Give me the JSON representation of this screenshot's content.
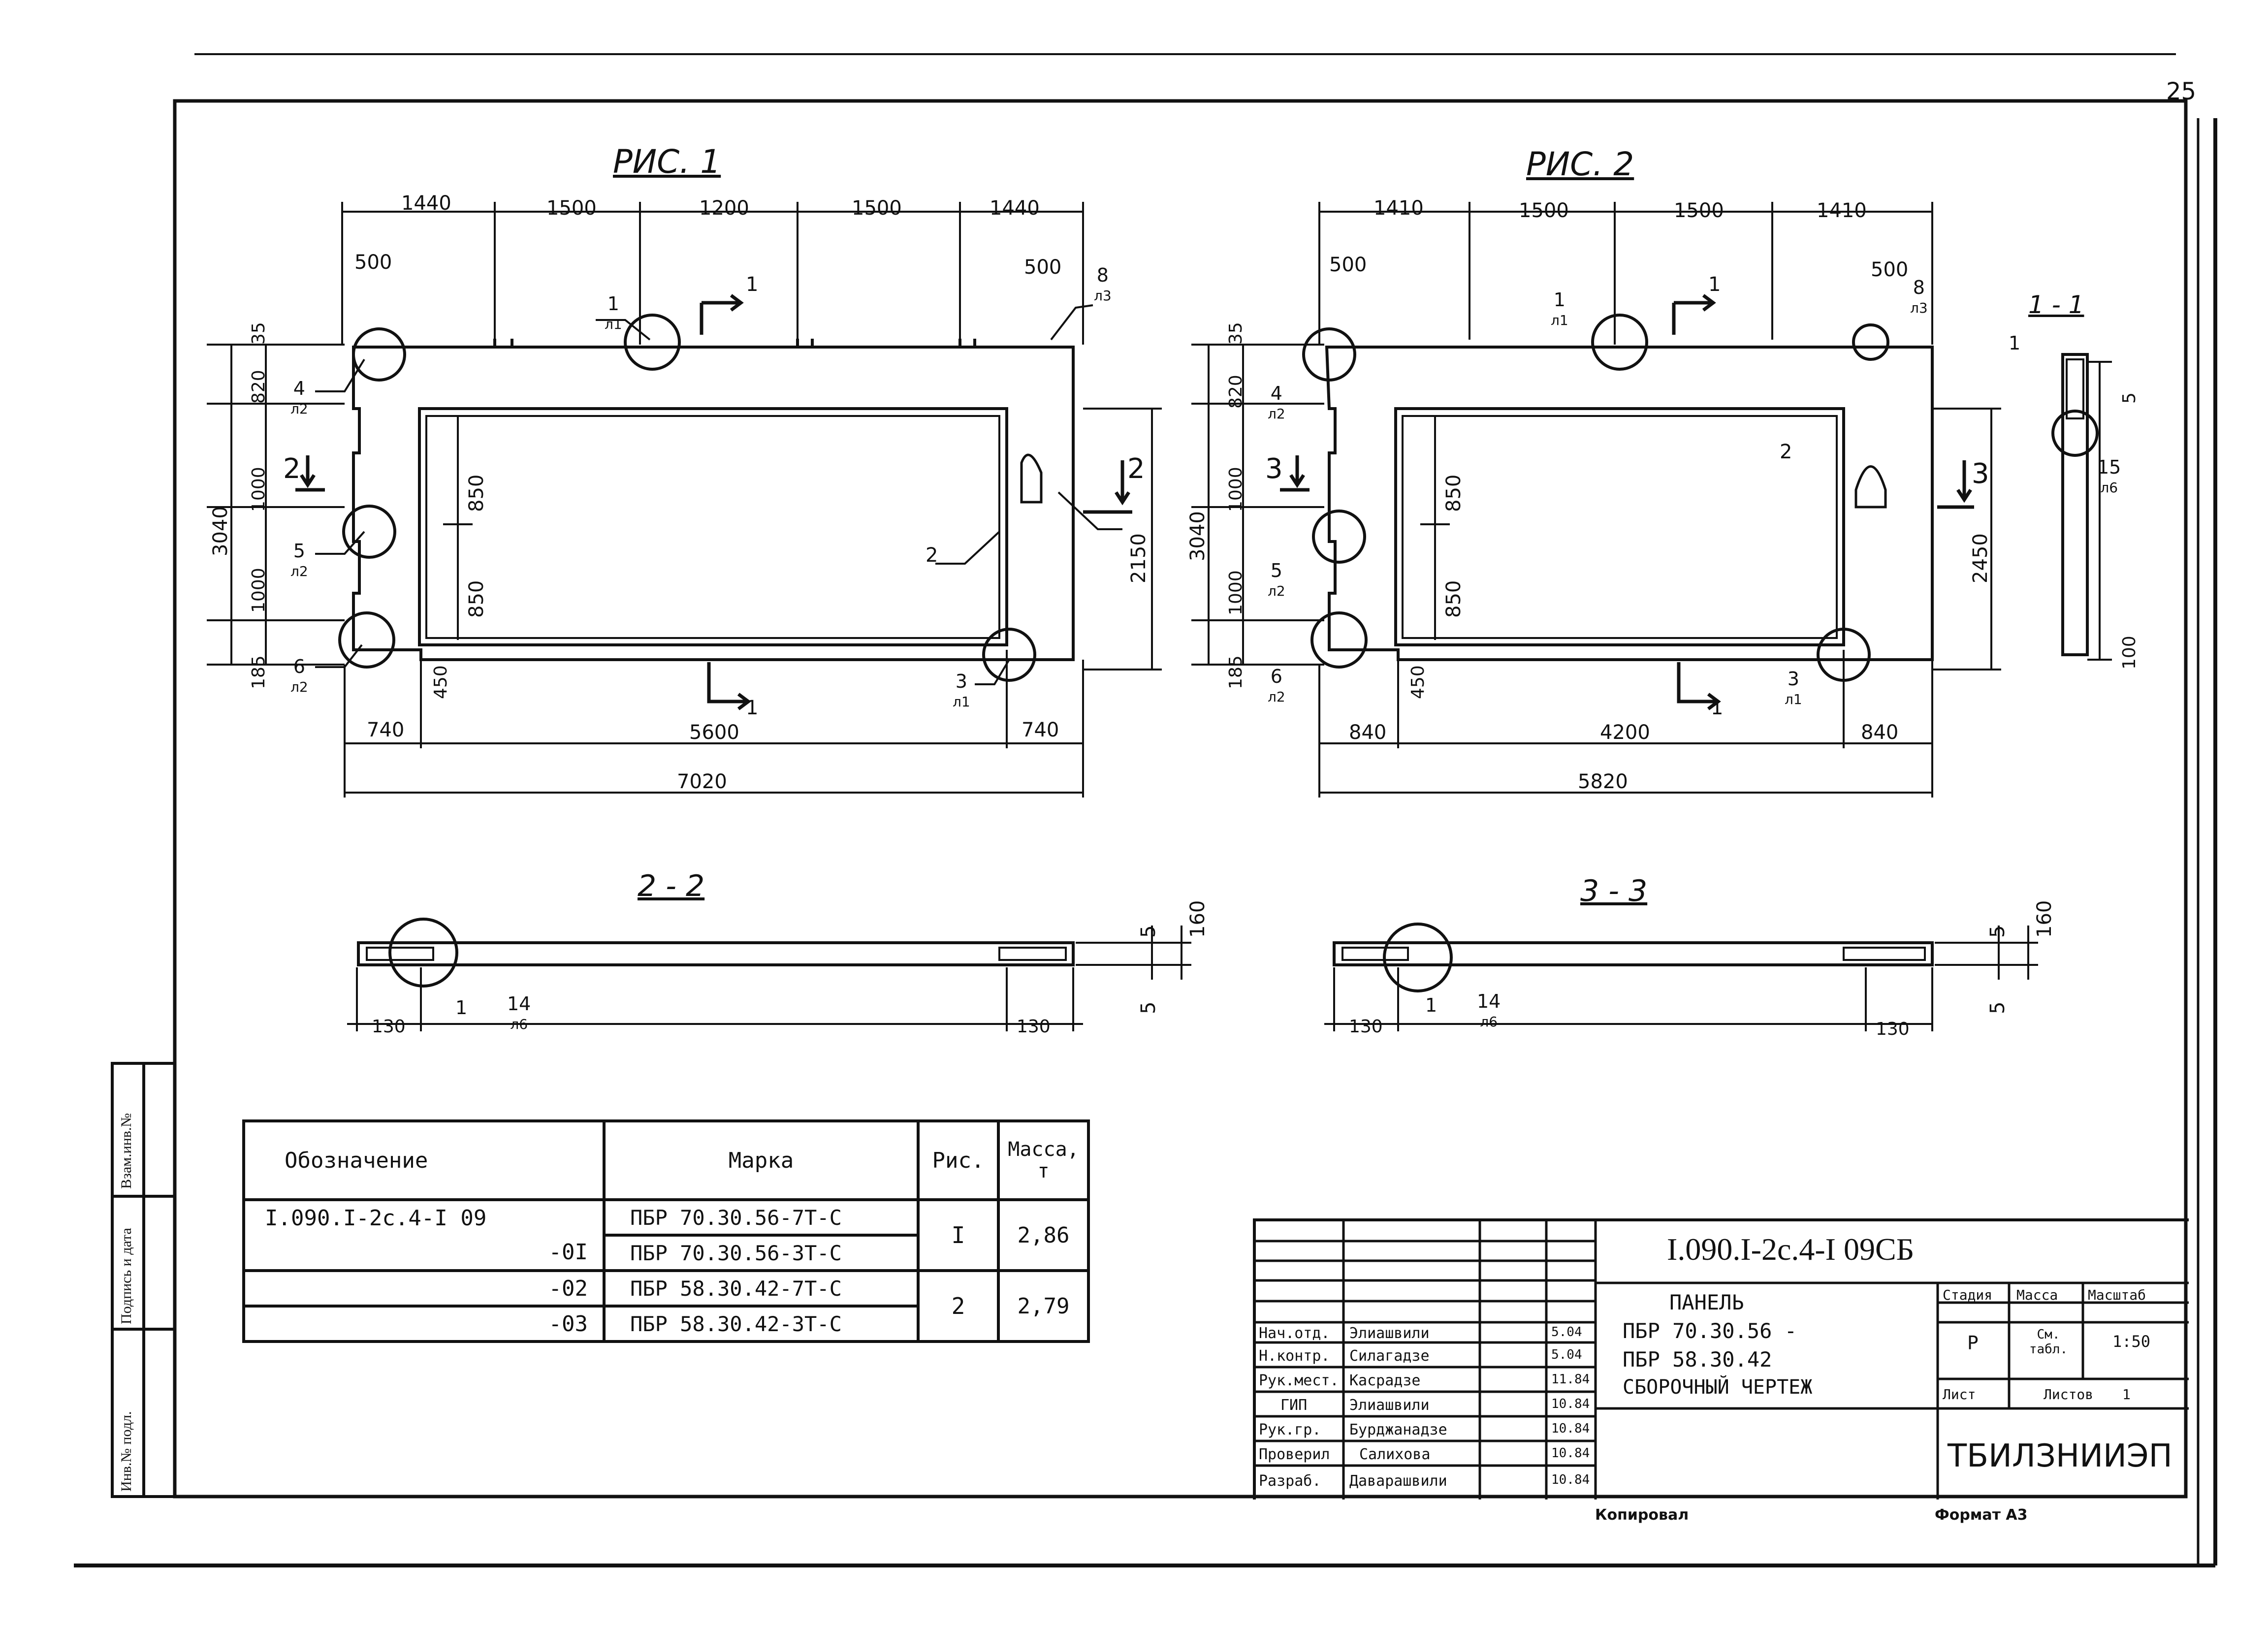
{
  "sheet_number": "25",
  "figures": {
    "fig1": {
      "title": "РИС. 1",
      "top_dims": [
        "1440",
        "1500",
        "1200",
        "1500",
        "1440"
      ],
      "left_dims": [
        "35",
        "820",
        "1000",
        "1000",
        "185"
      ],
      "overall_height": "3040",
      "inner_dims": [
        "850",
        "850",
        "450"
      ],
      "right_height": "2150",
      "bottom_dims": [
        "740",
        "5600",
        "740"
      ],
      "overall_width": "7020",
      "sub_dims": [
        "500",
        "500"
      ],
      "callouts": [
        {
          "num": "1",
          "sheet": "л1"
        },
        {
          "num": "8",
          "sheet": "л3"
        },
        {
          "num": "4",
          "sheet": "л2"
        },
        {
          "num": "5",
          "sheet": "л2"
        },
        {
          "num": "6",
          "sheet": "л2"
        },
        {
          "num": "3",
          "sheet": "л1"
        },
        {
          "num": "2",
          "sheet": ""
        }
      ],
      "section_marks": [
        "1",
        "1",
        "2",
        "2"
      ]
    },
    "fig2": {
      "title": "РИС. 2",
      "top_dims": [
        "1410",
        "1500",
        "1500",
        "1410"
      ],
      "left_dims": [
        "35",
        "820",
        "1000",
        "1000",
        "185"
      ],
      "overall_height": "3040",
      "inner_dims": [
        "850",
        "850",
        "450"
      ],
      "right_height": "2450",
      "bottom_dims": [
        "840",
        "4200",
        "840"
      ],
      "overall_width": "5820",
      "sub_dims": [
        "500",
        "500"
      ],
      "callouts": [
        {
          "num": "1",
          "sheet": "л1"
        },
        {
          "num": "8",
          "sheet": "л3"
        },
        {
          "num": "4",
          "sheet": "л2"
        },
        {
          "num": "5",
          "sheet": "л2"
        },
        {
          "num": "6",
          "sheet": "л2"
        },
        {
          "num": "3",
          "sheet": "л1"
        },
        {
          "num": "2",
          "sheet": ""
        }
      ],
      "section_marks": [
        "1",
        "1",
        "3",
        "3"
      ]
    },
    "section_11": {
      "title": "1 - 1",
      "dims": [
        "5",
        "100"
      ],
      "callouts": [
        {
          "num": "1",
          "sheet": ""
        },
        {
          "num": "15",
          "sheet": "л6"
        }
      ]
    },
    "section_22": {
      "title": "2 - 2",
      "dims": [
        "130",
        "130",
        "5",
        "160",
        "5"
      ],
      "callouts": [
        {
          "num": "1",
          "sheet": ""
        },
        {
          "num": "14",
          "sheet": "л6"
        }
      ]
    },
    "section_33": {
      "title": "3 - 3",
      "dims": [
        "130",
        "130",
        "5",
        "160",
        "5"
      ],
      "callouts": [
        {
          "num": "1",
          "sheet": ""
        },
        {
          "num": "14",
          "sheet": "л6"
        }
      ]
    }
  },
  "spec_table": {
    "headers": [
      "Обозначение",
      "Марка",
      "Рис.",
      "Масса, т"
    ],
    "rows": [
      {
        "designation": "I.090.I-2с.4-I 09",
        "mark": "ПБР 70.30.56-7Т-С"
      },
      {
        "designation": "-0I",
        "mark": "ПБР 70.30.56-3Т-С"
      },
      {
        "designation": "-02",
        "mark": "ПБР 58.30.42-7Т-С"
      },
      {
        "designation": "-03",
        "mark": "ПБР 58.30.42-3Т-С"
      }
    ],
    "groups": [
      {
        "fig": "I",
        "mass": "2,86"
      },
      {
        "fig": "2",
        "mass": "2,79"
      }
    ]
  },
  "title_block": {
    "doc_code": "I.090.I-2с.4-I 09СБ",
    "name_lines": [
      "ПАНЕЛЬ",
      "ПБР 70.30.56 -",
      "ПБР 58.30.42",
      "СБОРОЧНЫЙ ЧЕРТЕЖ"
    ],
    "roles": [
      {
        "role": "Нач.отд.",
        "person": "Элиашвили",
        "date": "5.04"
      },
      {
        "role": "Н.контр.",
        "person": "Силагадзе",
        "date": "5.04"
      },
      {
        "role": "Рук.мест.",
        "person": "Касрадзе",
        "date": "11.84"
      },
      {
        "role": "ГИП",
        "person": "Элиашвили",
        "date": "10.84"
      },
      {
        "role": "Рук.гр.",
        "person": "Бурджанадзе",
        "date": "10.84"
      },
      {
        "role": "Проверил",
        "person": "Салихова",
        "date": "10.84"
      },
      {
        "role": "Разраб.",
        "person": "Даварашвили",
        "date": "10.84"
      }
    ],
    "stage_label": "Стадия",
    "mass_label": "Масса",
    "scale_label": "Масштаб",
    "stage": "Р",
    "mass_value": "См. табл.",
    "scale": "1:50",
    "sheet_label": "Лист",
    "sheets_label": "Листов",
    "sheets_count": "1",
    "org": "ТБИЛЗНИИЭП"
  },
  "side_stamp": [
    "Инв.№ подл.",
    "Подпись и дата",
    "Взам.инв.№"
  ],
  "footer": {
    "copied": "Копировал",
    "format": "Формат А3"
  }
}
